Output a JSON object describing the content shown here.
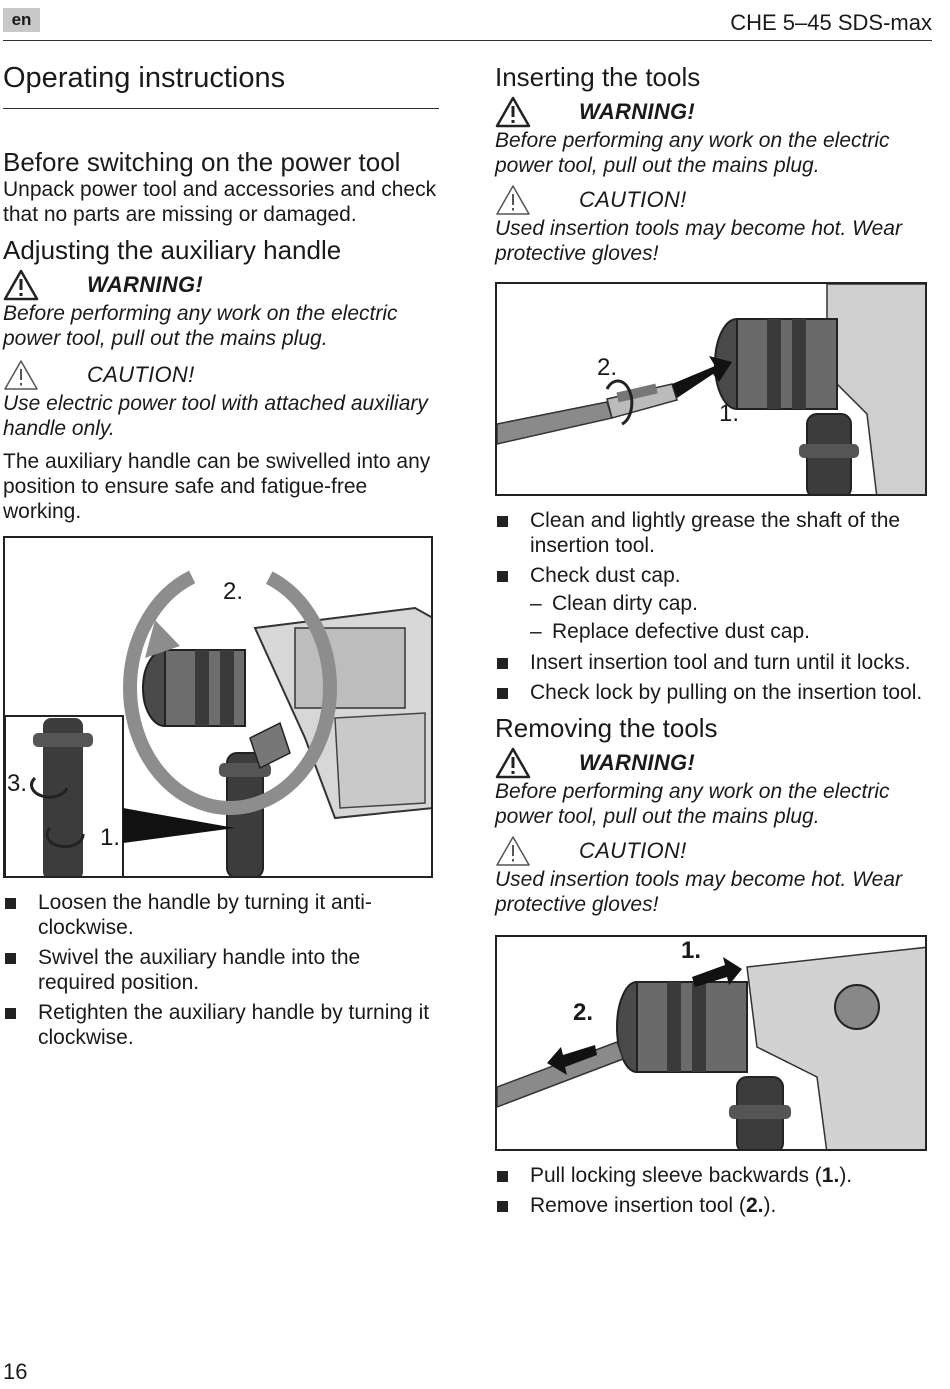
{
  "header": {
    "lang": "en",
    "model": "CHE 5–45 SDS-max"
  },
  "left": {
    "title": "Operating instructions",
    "before": {
      "heading": "Before switching on the power tool",
      "text": "Unpack power tool and accessories and check that no parts are missing or damaged."
    },
    "aux": {
      "heading": "Adjusting the auxiliary handle",
      "warning_title": "WARNING!",
      "warning_text": "Before performing any work on the electric power tool, pull out the mains plug.",
      "caution_title": "CAUTION!",
      "caution_text": "Use electric power tool with attached auxiliary handle only.",
      "text": "The auxiliary handle can be swivelled into any position to ensure safe and fatigue-free working.",
      "figure_labels": [
        "1.",
        "2.",
        "3."
      ],
      "steps": [
        "Loosen the handle by turning it anti-clockwise.",
        "Swivel the auxiliary handle into the required position.",
        "Retighten the auxiliary handle by turning it clockwise."
      ]
    }
  },
  "right": {
    "insert": {
      "heading": "Inserting the tools",
      "warning_title": "WARNING!",
      "warning_text": "Before performing any work on the electric power tool, pull out the mains plug.",
      "caution_title": "CAUTION!",
      "caution_text": "Used insertion tools may become hot. Wear protective gloves!",
      "figure_labels": [
        "2.",
        "1."
      ],
      "steps": [
        "Clean and lightly grease the shaft of the insertion tool.",
        "Check dust cap."
      ],
      "substeps": [
        "Clean dirty cap.",
        "Replace defective dust cap."
      ],
      "steps2": [
        "Insert insertion tool and turn until it locks.",
        "Check lock by pulling on the insertion tool."
      ]
    },
    "remove": {
      "heading": "Removing the tools",
      "warning_title": "WARNING!",
      "warning_text": "Before performing any work on the electric power tool, pull out the mains plug.",
      "caution_title": "CAUTION!",
      "caution_text": "Used insertion tools may become hot. Wear protective gloves!",
      "figure_labels": [
        "1.",
        "2."
      ],
      "steps": [
        {
          "pre": "Pull locking sleeve backwards (",
          "bold": "1.",
          "post": ")."
        },
        {
          "pre": "Remove insertion tool (",
          "bold": "2.",
          "post": ")."
        }
      ]
    }
  },
  "footer": {
    "page": "16"
  }
}
